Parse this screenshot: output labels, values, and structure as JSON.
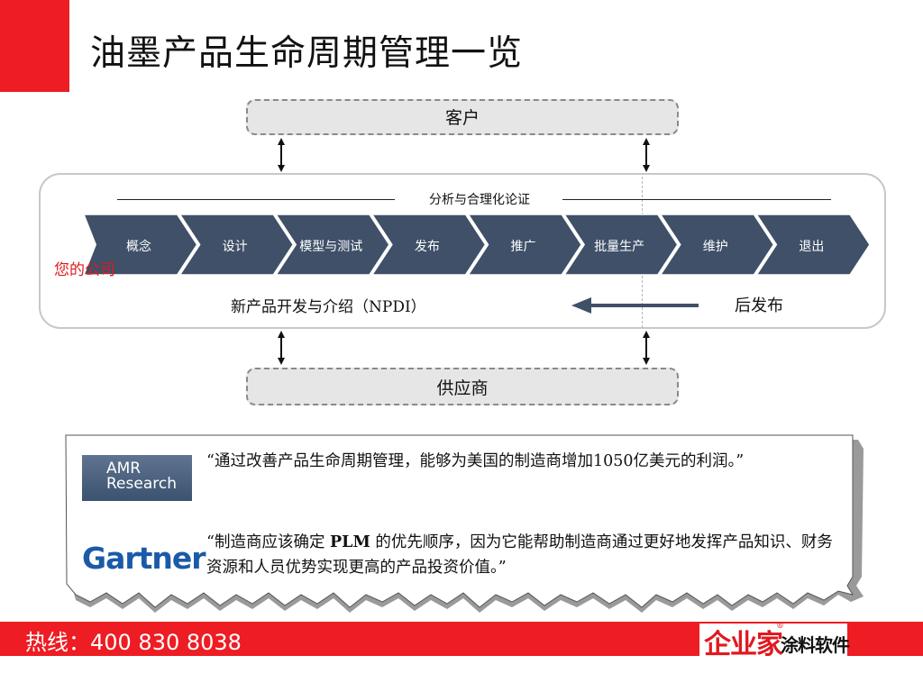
{
  "title": "油墨产品生命周期管理一览",
  "diagram": {
    "customer_label": "客户",
    "supplier_label": "供应商",
    "analysis_label": "分析与合理化论证",
    "company_label": "您的公司",
    "stages": [
      "概念",
      "设计",
      "模型与测试",
      "发布",
      "推广",
      "批量生产",
      "维护",
      "退出"
    ],
    "npdi_label": "新产品开发与介绍（NPDI）",
    "post_release_label": "后发布"
  },
  "colors": {
    "accent_red": "#ee1c23",
    "stage_fill": "#3f5068",
    "frame_gray": "#c8c8c8"
  },
  "quotes": {
    "amr_logo_line1": "AMR",
    "amr_logo_line2": "Research",
    "amr_quote": "“通过改善产品生命周期管理，能够为美国的制造商增加1050亿美元的利润。”",
    "gartner_logo": "Gartner",
    "gartner_quote_prefix": "“制造商应该确定 ",
    "gartner_quote_bold": "PLM",
    "gartner_quote_suffix": " 的优先顺序，因为它能帮助制造商通过更好地发挥产品知识、财务资源和人员优势实现更高的产品投资价值。”"
  },
  "footer": {
    "hotline": "热线：400 830 8038",
    "brand_main": "企业家",
    "brand_sub": "涂料软件",
    "registered_mark": "®"
  }
}
